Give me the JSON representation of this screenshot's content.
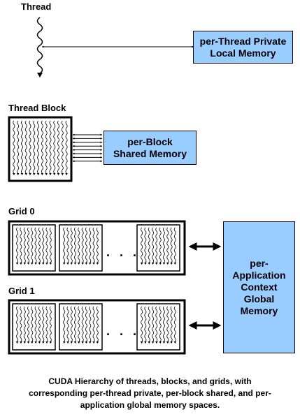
{
  "thread": {
    "label": "Thread",
    "memory_line1": "per-Thread Private",
    "memory_line2": "Local Memory"
  },
  "block": {
    "label": "Thread Block",
    "memory_line1": "per-Block",
    "memory_line2": "Shared Memory"
  },
  "grids": [
    {
      "label": "Grid 0",
      "ellipsis": "· · ·"
    },
    {
      "label": "Grid 1",
      "ellipsis": "· · ·"
    }
  ],
  "global_memory": {
    "line1": "per-",
    "line2": "Application",
    "line3": "Context",
    "line4": "Global",
    "line5": "Memory"
  },
  "caption": {
    "line1": "CUDA Hierarchy of threads, blocks, and grids, with",
    "line2": "corresponding per-thread private, per-block shared, and per-",
    "line3": "application global memory spaces."
  },
  "colors": {
    "memory_fill": "#99ccff",
    "outline": "#000000",
    "block_fill": "#ffffff"
  }
}
